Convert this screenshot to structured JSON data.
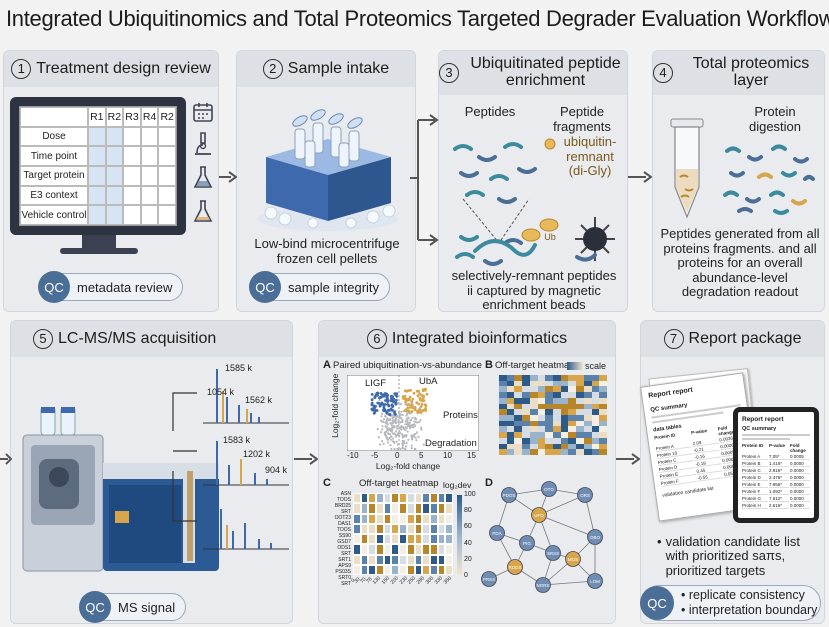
{
  "title": "Integrated Ubiquitinomics and Total Proteomics Targeted Degrader Evaluation Workflow",
  "colors": {
    "accent_blue": "#4b6e96",
    "accent_gold": "#d7a54a",
    "panel_bg": "#e9ebee"
  },
  "panels": {
    "p1": {
      "num": "1",
      "title": "Treatment design review",
      "table_cols": [
        "R1",
        "R2",
        "R3",
        "R4",
        "R2"
      ],
      "table_rows": [
        "Dose",
        "Time point",
        "Target protein",
        "E3 context",
        "Vehicle control"
      ],
      "qc": "QC",
      "qc_label": "metadata review"
    },
    "p2": {
      "num": "2",
      "title": "Sample intake",
      "caption": "Low-bind microcentrifuge frozen cell pellets",
      "qc": "QC",
      "qc_label": "sample integrity"
    },
    "p3": {
      "num": "3",
      "title": "Ubiquitinated peptide enrichment",
      "peptides": "Peptides",
      "fragments": "Peptide fragments",
      "remnant": "ubiquitin-remnant (di-Gly)",
      "ub_tag": "Ub",
      "caption": "selectively-remnant peptides ii captured by magnetic enrichment beads"
    },
    "p4": {
      "num": "4",
      "title": "Total proteomics layer",
      "digestion": "Protein digestion",
      "caption": "Peptides generated from all proteins fragments. and all proteins for an overall abundance-level degradation readout"
    },
    "p5": {
      "num": "5",
      "title": "LC-MS/MS acquisition",
      "spectra": [
        "1585 k",
        "1054 k",
        "1562 k",
        "1583 k",
        "1202 k",
        "904 k"
      ],
      "qc": "QC",
      "qc_label": "MS signal"
    },
    "p6": {
      "num": "6",
      "title": "Integrated bioinformatics",
      "a_label": "A",
      "a_title": "Paired ubiquitination-vs-abundance",
      "a_y": "Log₂-fold change",
      "a_x": "Log₂-fold change",
      "a_ticks": [
        "-10",
        "-5",
        "0",
        "5",
        "10",
        "15"
      ],
      "a_ann": [
        "LIGF",
        "UbA",
        "Proteins",
        "Degradation"
      ],
      "b_label": "B",
      "b_title": "Off-target heatmap",
      "b_scale": "scale",
      "c_label": "C",
      "c_title": "Off-target heatmap",
      "c_scale": "log₂dev",
      "c_scale_ticks": [
        "100",
        "80",
        "60",
        "40",
        "20",
        "0"
      ],
      "c_rows": [
        "ASN",
        "TOOS",
        "BRD25",
        "SRT",
        "OOT23",
        "DAS1",
        "TOOS",
        "SS90",
        "GSD7",
        "ODS1",
        "SRT",
        "SRT1",
        "APS9",
        "PS03S",
        "SRT0",
        "SRT"
      ],
      "c_cols": [
        "0",
        "30",
        "70",
        "78",
        "130",
        "150",
        "200",
        "230",
        "250",
        "280",
        "300",
        "330",
        "350"
      ],
      "d_label": "D",
      "d_nodes": [
        "PDOS",
        "OTO",
        "ORS",
        "UFO",
        "OBO",
        "PDA",
        "PIG",
        "RDDS",
        "SRSS",
        "MOS",
        "PRSS",
        "NORS",
        "LOM"
      ]
    },
    "p7": {
      "num": "7",
      "title": "Report package",
      "doc_title": "Report report",
      "doc_sub": "QC summary",
      "doc_head": "data tables",
      "doc_cols": [
        "Protein ID",
        "P-value",
        "Fold change"
      ],
      "doc_rows": [
        [
          "Protein A",
          "2.09",
          "0.0036"
        ],
        [
          "Protein 10",
          "-0.21",
          "0.0006"
        ],
        [
          "Protein C",
          "-0.16",
          "0.0005"
        ],
        [
          "Protein D",
          "-0.18",
          "0.0005"
        ],
        [
          "Protein E",
          "0.45",
          "0.0001"
        ],
        [
          "Protein F",
          "-0.55",
          "0.0576"
        ]
      ],
      "doc_footer": "validation candidate list",
      "tab_title": "Report report",
      "tab_sub": "QC summary",
      "tab_cols": [
        "Protein ID",
        "P-value",
        "Fold change"
      ],
      "tab_rows": [
        [
          "Protein A",
          "7.05*",
          "0.0005"
        ],
        [
          "Protein B",
          "1.416*",
          "0.0000"
        ],
        [
          "Protein C",
          "2.916*",
          "0.0000"
        ],
        [
          "Protein D",
          "2.476*",
          "0.0000"
        ],
        [
          "Protein E",
          "7.956*",
          "0.0000"
        ],
        [
          "Protein F",
          "1.092*",
          "0.0000"
        ],
        [
          "Protein G",
          "7.612*",
          "0.0000"
        ],
        [
          "Protein H",
          "2.616*",
          "0.0000"
        ]
      ],
      "bullet1": "validation candidate list with prioritized saπs, prioritized targets",
      "qc": "QC",
      "qc_item1": "replicate consistency",
      "qc_item2": "interpretation boundary"
    }
  }
}
